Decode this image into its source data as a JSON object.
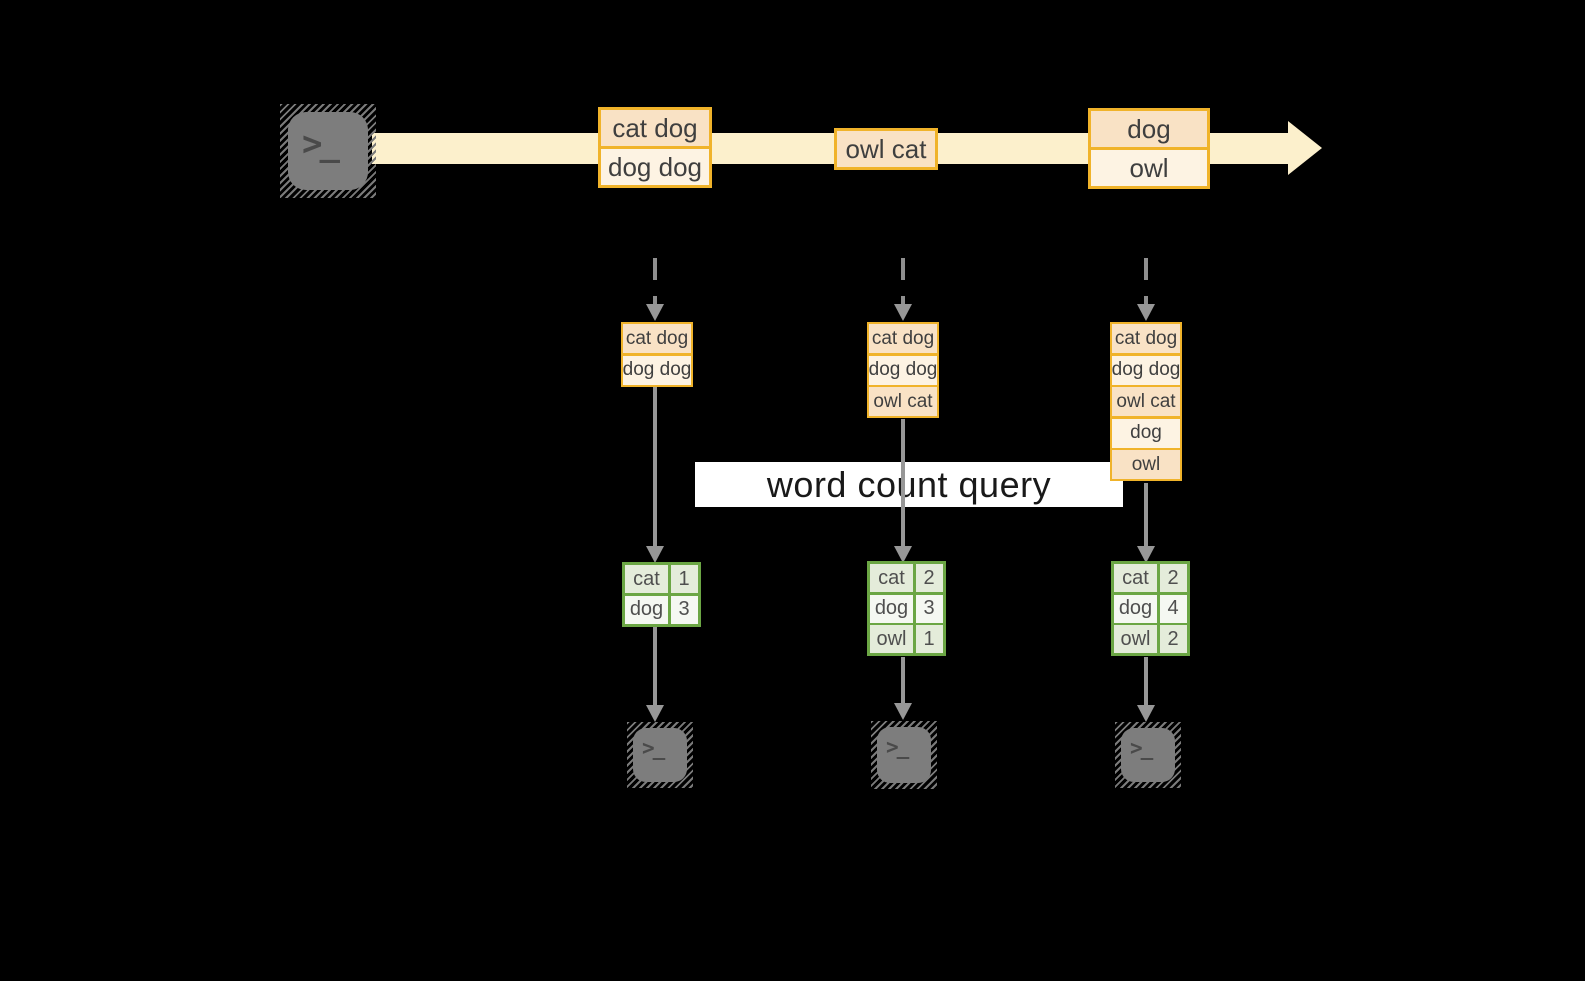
{
  "palette": {
    "background": "#000000",
    "orange_border": "#f0b32a",
    "orange_cell_dark": "#f9e2c5",
    "orange_cell_light": "#fdf3e3",
    "timeline_band": "#fcf0cc",
    "green_border": "#6ba644",
    "green_cell_dark": "#e4ecda",
    "green_cell_light": "#f5f8f2",
    "arrow_gray": "#979797",
    "terminal_gray": "#7d7d7d",
    "query_background": "#ffffff"
  },
  "source_terminal": {
    "icon": "terminal-prompt",
    "glyph": ">_"
  },
  "timeline": {
    "events": [
      {
        "lines": [
          "cat dog",
          "dog dog"
        ]
      },
      {
        "lines": [
          "owl cat"
        ]
      },
      {
        "lines": [
          "dog",
          "owl"
        ]
      }
    ]
  },
  "query_label": "word count query",
  "columns": [
    {
      "buffer": [
        "cat dog",
        "dog dog"
      ],
      "counts": [
        {
          "word": "cat",
          "value": "1"
        },
        {
          "word": "dog",
          "value": "3"
        }
      ],
      "sink": {
        "icon": "terminal-prompt",
        "glyph": ">_"
      }
    },
    {
      "buffer": [
        "cat dog",
        "dog dog",
        "owl cat"
      ],
      "counts": [
        {
          "word": "cat",
          "value": "2"
        },
        {
          "word": "dog",
          "value": "3"
        },
        {
          "word": "owl",
          "value": "1"
        }
      ],
      "sink": {
        "icon": "terminal-prompt",
        "glyph": ">_"
      }
    },
    {
      "buffer": [
        "cat dog",
        "dog dog",
        "owl cat",
        "dog",
        "owl"
      ],
      "counts": [
        {
          "word": "cat",
          "value": "2"
        },
        {
          "word": "dog",
          "value": "4"
        },
        {
          "word": "owl",
          "value": "2"
        }
      ],
      "sink": {
        "icon": "terminal-prompt",
        "glyph": ">_"
      }
    }
  ]
}
